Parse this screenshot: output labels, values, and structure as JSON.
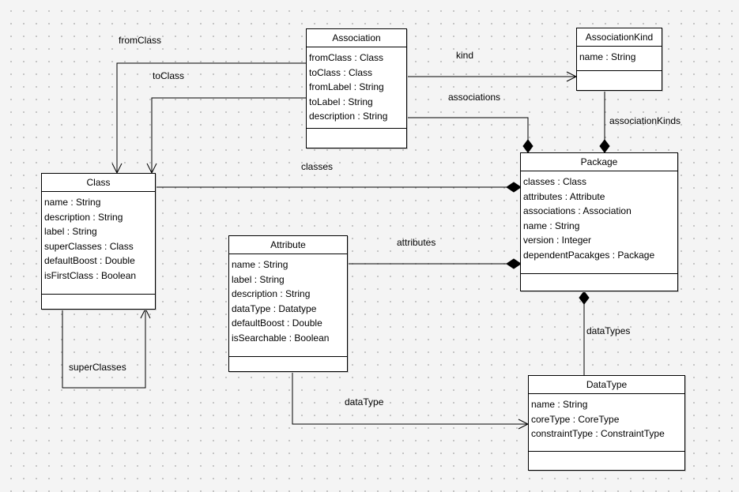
{
  "classes": {
    "association": {
      "name": "Association",
      "attributes": [
        "fromClass : Class",
        "toClass : Class",
        "fromLabel : String",
        "toLabel : String",
        "description : String"
      ]
    },
    "associationKind": {
      "name": "AssociationKind",
      "attributes": [
        "name : String"
      ]
    },
    "class": {
      "name": "Class",
      "attributes": [
        "name : String",
        "description : String",
        "label : String",
        "superClasses : Class",
        "defaultBoost : Double",
        "isFirstClass : Boolean"
      ]
    },
    "package": {
      "name": "Package",
      "attributes": [
        "classes : Class",
        "attributes : Attribute",
        "associations : Association",
        "name : String",
        "version : Integer",
        "dependentPacakges : Package"
      ]
    },
    "attribute": {
      "name": "Attribute",
      "attributes": [
        "name : String",
        "label : String",
        "description : String",
        "dataType : Datatype",
        "defaultBoost : Double",
        "isSearchable : Boolean"
      ]
    },
    "dataType": {
      "name": "DataType",
      "attributes": [
        "name : String",
        "coreType : CoreType",
        "constraintType : ConstraintType"
      ]
    }
  },
  "edges": {
    "fromClass": "fromClass",
    "toClass": "toClass",
    "kind": "kind",
    "associations": "associations",
    "associationKinds": "associationKinds",
    "classes": "classes",
    "attributes": "attributes",
    "superClasses": "superClasses",
    "dataTypes": "dataTypes",
    "dataType": "dataType"
  }
}
